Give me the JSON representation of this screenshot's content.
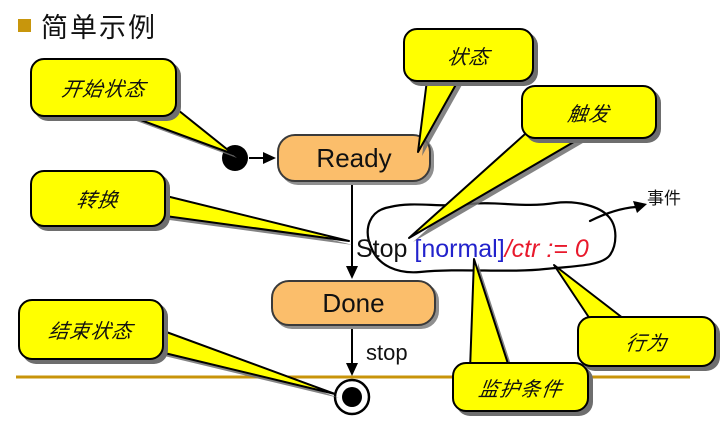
{
  "title": {
    "text": "简单示例"
  },
  "diagram": {
    "states": [
      {
        "label": "Ready"
      },
      {
        "label": "Done"
      }
    ],
    "transition": {
      "trigger": "Stop ",
      "guard": "[normal]",
      "action": "/ctr := 0"
    },
    "stop_label": "stop",
    "event_label": "事件"
  },
  "callouts": {
    "start_state": "开始状态",
    "state": "状态",
    "trigger": "触发",
    "transition": "转换",
    "end_state": "结束状态",
    "guard_condition": "监护条件",
    "behavior": "行为"
  },
  "colors": {
    "callout_fill": "#FFFF00",
    "state_fill": "#FBBE6B",
    "guard_text_color": "#2222CC",
    "action_text_color": "#E8192C",
    "accent_line": "#C8940A",
    "title_bullet": "#C8960C"
  }
}
